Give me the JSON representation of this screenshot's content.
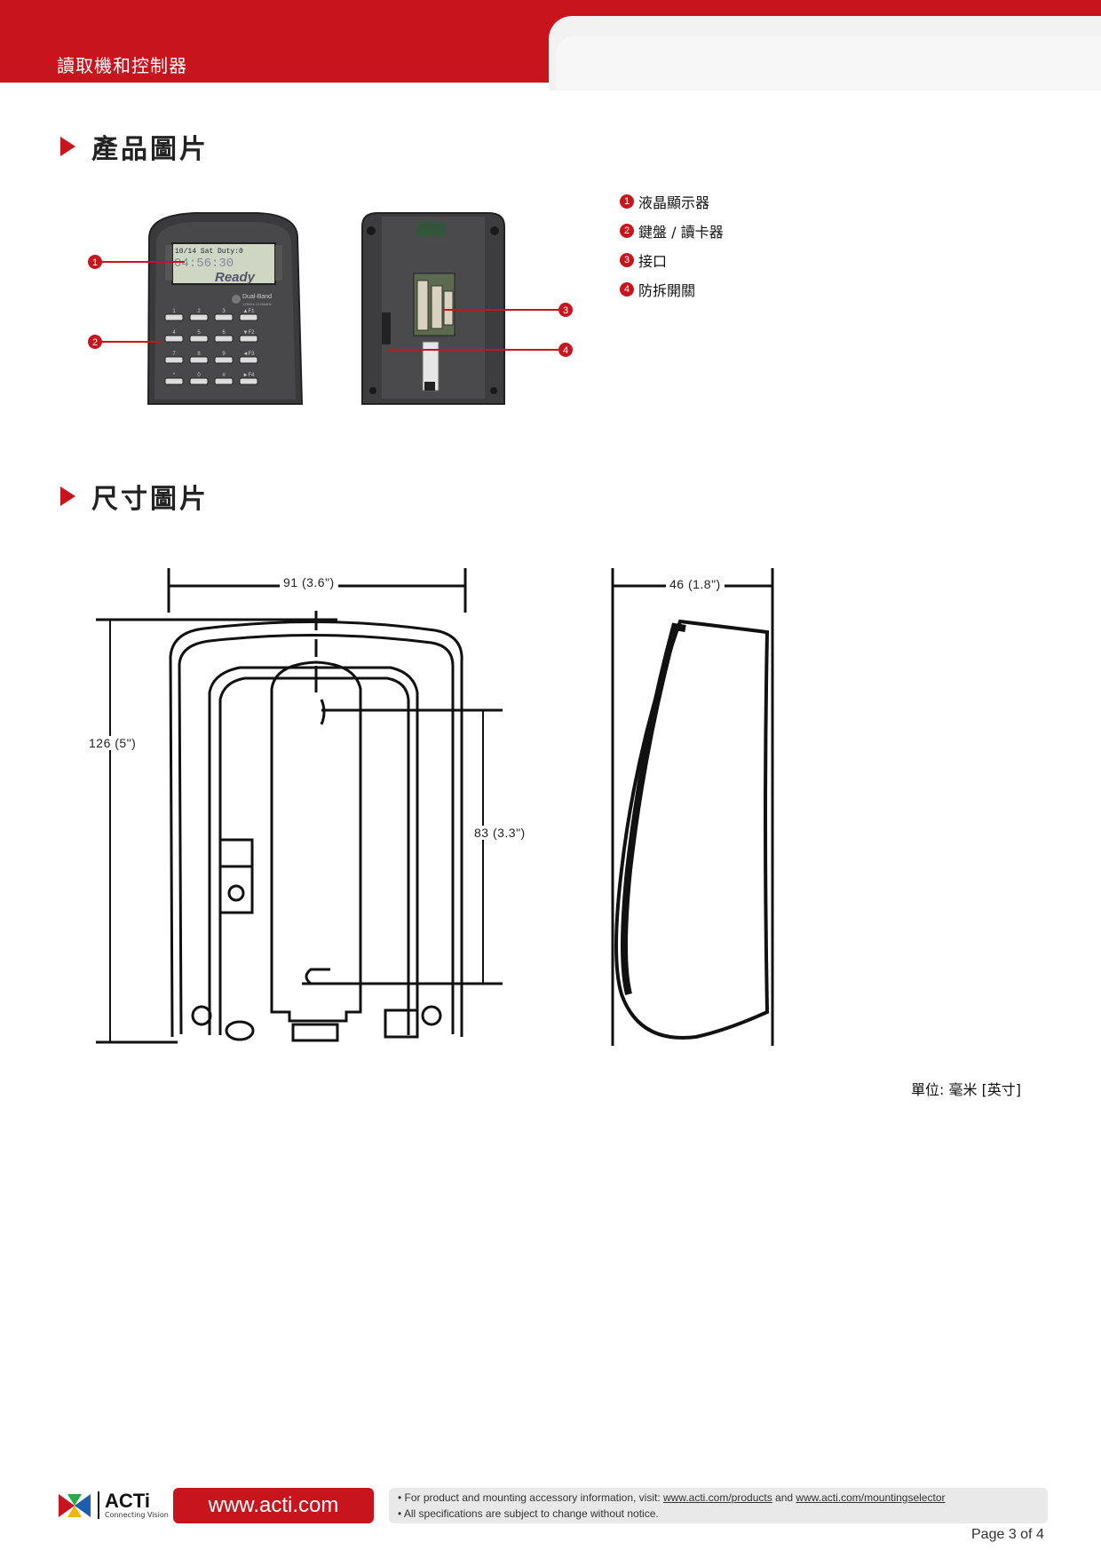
{
  "header": {
    "title": "讀取機和控制器"
  },
  "sections": {
    "product_title": "產品圖片",
    "dimension_title": "尺寸圖片"
  },
  "legend": [
    {
      "num": "1",
      "label": "液晶顯示器"
    },
    {
      "num": "2",
      "label": "鍵盤 / 讀卡器"
    },
    {
      "num": "3",
      "label": "接口"
    },
    {
      "num": "4",
      "label": "防拆開關"
    }
  ],
  "device": {
    "lcd_line1": "10/14 Sat Duty:0",
    "lcd_line2": "04:56:30",
    "lcd_ready": "Ready",
    "brand": "Dual-Band",
    "brand_sub": "125kHz 13.56MHz",
    "keys": [
      "1",
      "2",
      "3",
      "▲F1",
      "4",
      "5",
      "6",
      "▼F2",
      "7",
      "8",
      "9",
      "◄F3",
      "*",
      "0",
      "#",
      "►F4"
    ]
  },
  "dimensions": {
    "width": "91 (3.6\")",
    "height": "126 (5\")",
    "inner": "83 (3.3\")",
    "depth": "46 (1.8\")",
    "unit_note": "單位: 毫米 [英寸]"
  },
  "footer": {
    "logo_name": "ACTi",
    "logo_tagline": "Connecting Vision",
    "website": "www.acti.com",
    "note1_prefix": "• For product and mounting accessory information, visit: ",
    "link1": "www.acti.com/products",
    "note1_mid": " and ",
    "link2": "www.acti.com/mountingselector",
    "note2": "• All specifications are subject to change without notice.",
    "page": "Page 3 of 4"
  },
  "colors": {
    "brand_red": "#c8141c"
  }
}
